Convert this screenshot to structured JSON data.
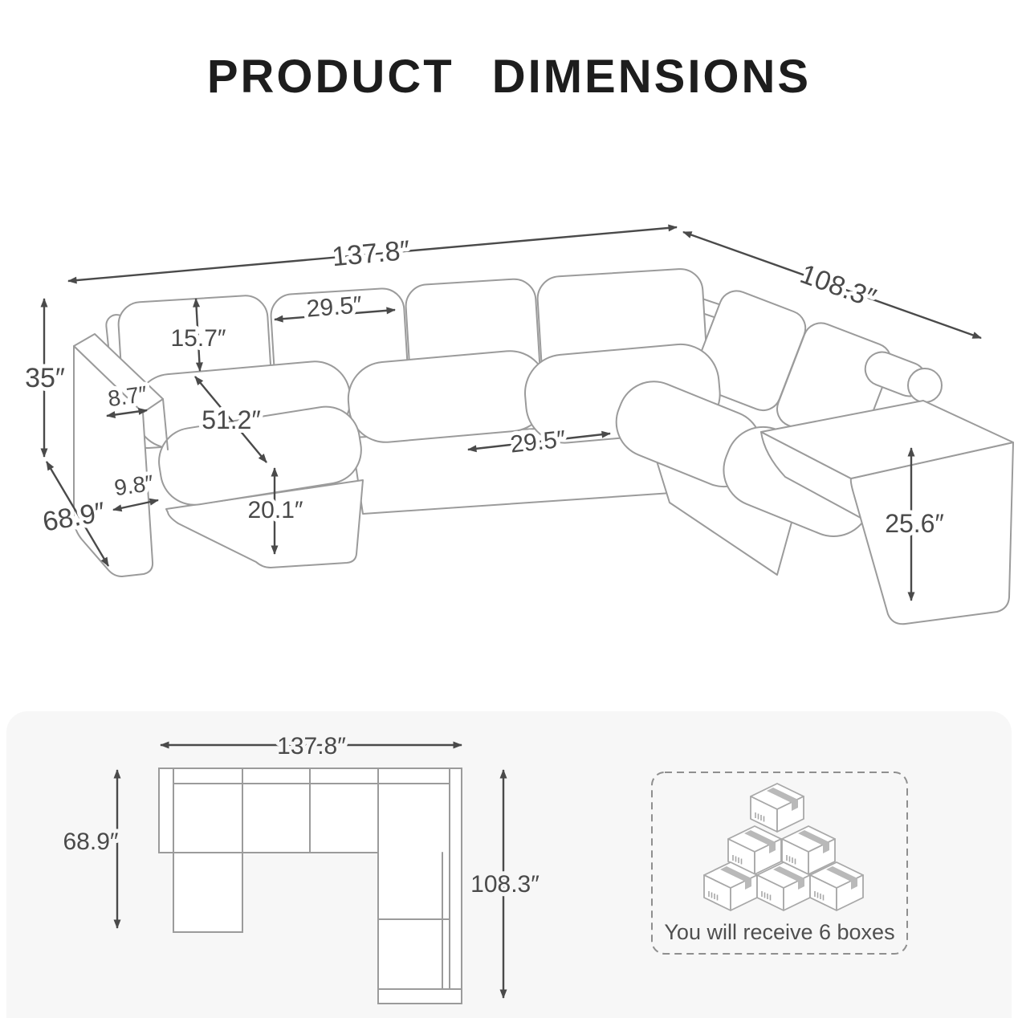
{
  "title": "PRODUCT DIMENSIONS",
  "units": "inches",
  "perspective_view": {
    "dimensions": {
      "total_width": "137.8″",
      "wing_length": "108.3″",
      "overall_height": "35″",
      "side_depth": "68.9″",
      "armrest_top_width": "8.7″",
      "armrest_bottom_width": "9.8″",
      "back_cushion_height": "15.7″",
      "chaise_length": "51.2″",
      "back_cushion_width": "29.5″",
      "seat_width": "29.5″",
      "ottoman_height": "20.1″",
      "armrest_height": "25.6″"
    }
  },
  "floor_plan": {
    "width": "137.8″",
    "left_depth": "68.9″",
    "right_depth": "108.3″"
  },
  "shipping": {
    "note": "You will receive 6 boxes",
    "box_count": 6,
    "icon": "stacked-boxes-icon"
  },
  "colors": {
    "background": "#ffffff",
    "panel_background": "#f7f7f7",
    "outline": "#9b9b9b",
    "dimension": "#4a4a4a",
    "title_text": "#1d1d1d"
  }
}
